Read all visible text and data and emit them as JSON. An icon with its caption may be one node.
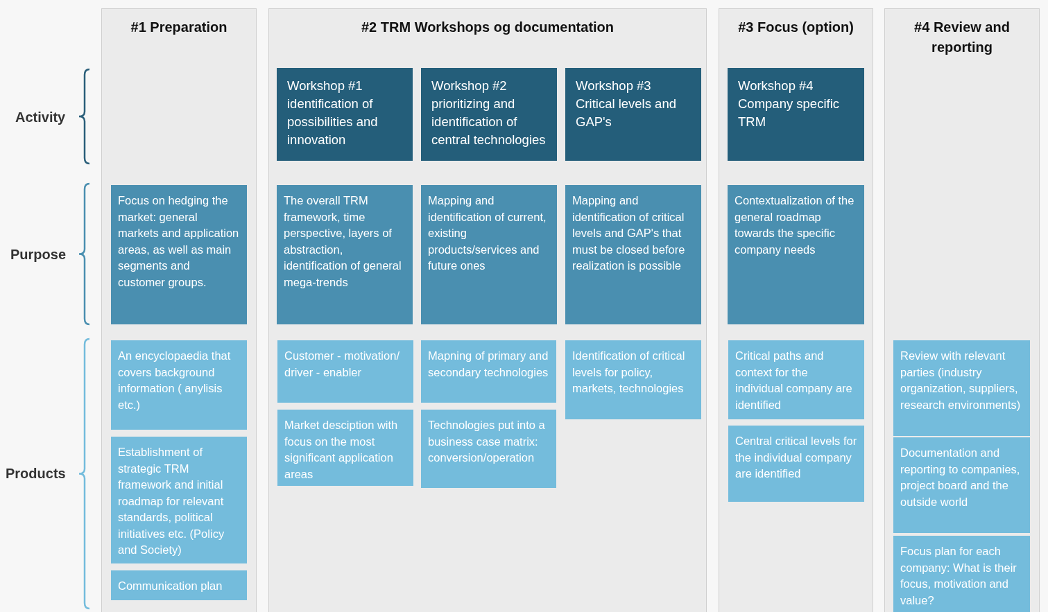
{
  "diagram": {
    "nodes": [
      {
        "text": [
          "#1 Preparation"
        ]
      },
      {
        "text": [
          "#2 TRM Workshops og documentation"
        ]
      },
      {
        "text": [
          "#3 Focus (option)"
        ]
      },
      {
        "text": [
          "#4 Review and reporting"
        ]
      },
      {
        "text": [
          "Workshop #1 identification of possibilities and innovation"
        ],
        "in": 1
      },
      {
        "text": [
          "Workshop #2 prioritizing and identification of central technologies"
        ],
        "in": 1
      },
      {
        "text": [
          "Workshop #3 Critical levels and GAP's"
        ],
        "in": 1
      },
      {
        "text": [
          "Workshop #4 Company specific TRM"
        ],
        "in": 2
      },
      {
        "text": [
          "Focus on hedging the market: general markets and application areas, as well as main segments and customer groups."
        ],
        "in": 0
      },
      {
        "text": [
          "The overall TRM framework, time perspective, layers of abstraction, identification of general mega-trends"
        ],
        "in": 1
      },
      {
        "text": [
          "Mapping and identification of current, existing products/services and future ones"
        ],
        "in": 1
      },
      {
        "text": [
          "Mapping and identification of critical levels and GAP's that must be closed before realization is possible"
        ],
        "in": 1
      },
      {
        "text": [
          "Contextualization of the general roadmap towards the specific company needs"
        ],
        "in": 2
      },
      {
        "text": [
          "An encyclopaedia that covers background information ( anylisis etc.)"
        ],
        "in": 0
      },
      {
        "text": [
          "Establishment of strategic TRM framework and initial roadmap for relevant standards, political initiatives etc. (Policy and Society)"
        ],
        "in": 0
      },
      {
        "text": [
          "Communication plan"
        ],
        "in": 0
      },
      {
        "text": [
          "Customer - motivation/ driver - enabler"
        ],
        "in": 1
      },
      {
        "text": [
          "Mapning of primary and secondary technologies"
        ],
        "in": 1
      },
      {
        "text": [
          "Identification of critical levels for policy, markets, technologies"
        ],
        "in": 1
      },
      {
        "text": [
          "Market desciption with focus on the most significant application areas"
        ],
        "in": 1
      },
      {
        "text": [
          "Technologies put into a business case matrix: conversion/operation"
        ],
        "in": 1
      },
      {
        "text": [
          "Critical paths and context for the individual company are identified"
        ],
        "in": 2
      },
      {
        "text": [
          "Central critical levels for the individual company are identified"
        ],
        "in": 2
      },
      {
        "text": [
          "Review with relevant parties (industry organization, suppliers, research environments)"
        ],
        "in": 3
      },
      {
        "text": [
          "Documentation and reporting to companies, project board and the outside world"
        ],
        "in": 3
      },
      {
        "text": [
          "Focus plan for each company: What is their focus, motivation and value?"
        ],
        "in": 3
      }
    ],
    "labels": [
      "Activity",
      "Purpose",
      "Products"
    ]
  }
}
